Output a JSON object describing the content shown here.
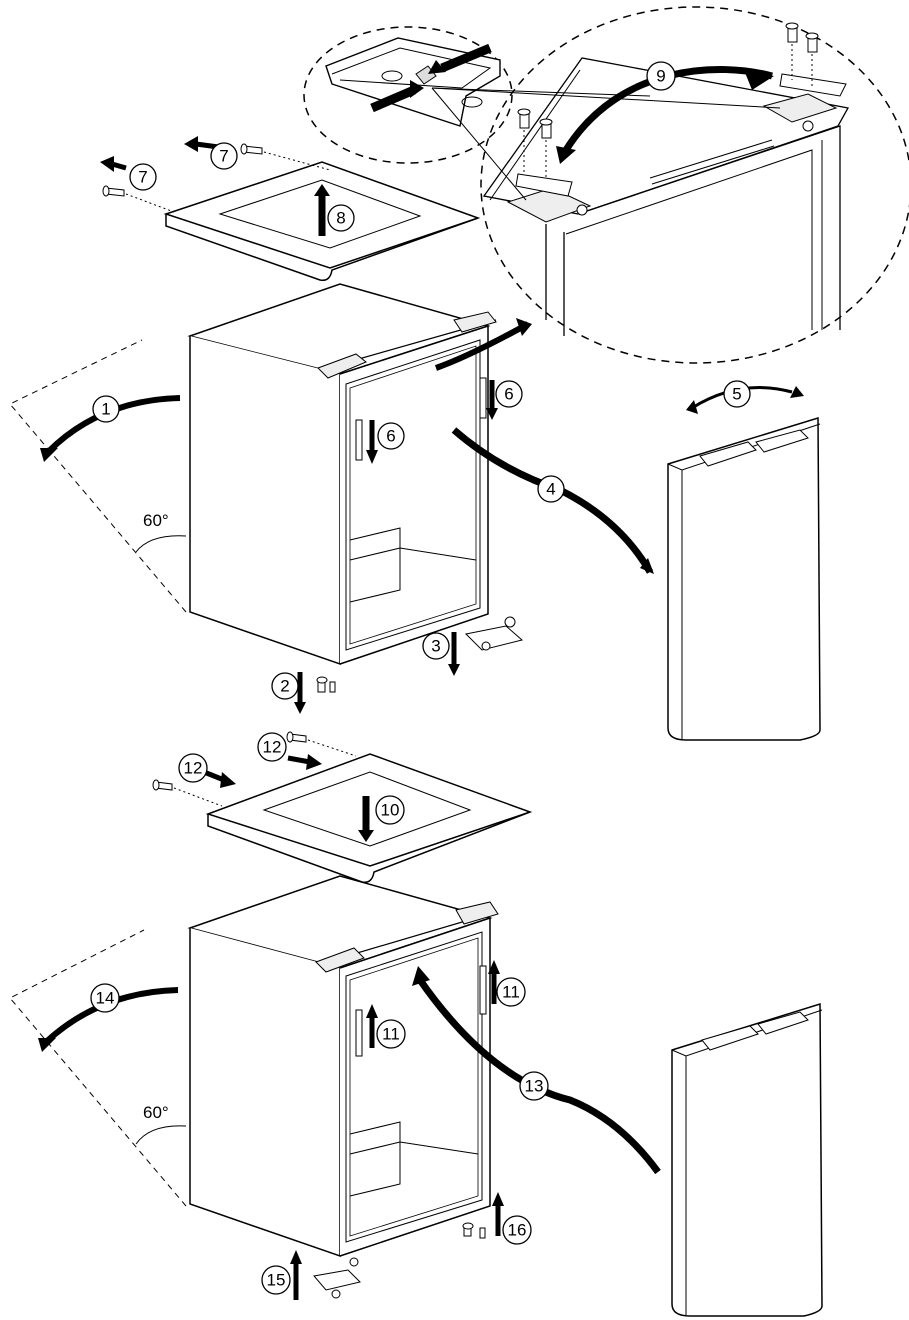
{
  "steps": {
    "s1": "1",
    "s2": "2",
    "s3": "3",
    "s4": "4",
    "s5": "5",
    "s6a": "6",
    "s6b": "6",
    "s7a": "7",
    "s7b": "7",
    "s8": "8",
    "s9": "9",
    "s10": "10",
    "s11a": "11",
    "s11b": "11",
    "s12a": "12",
    "s12b": "12",
    "s13": "13",
    "s14": "14",
    "s15": "15",
    "s16": "16"
  },
  "angles": {
    "top": "60°",
    "bottom": "60°"
  },
  "colors": {
    "line": "#000000",
    "panel": "#f4f4f4",
    "background": "#ffffff"
  }
}
